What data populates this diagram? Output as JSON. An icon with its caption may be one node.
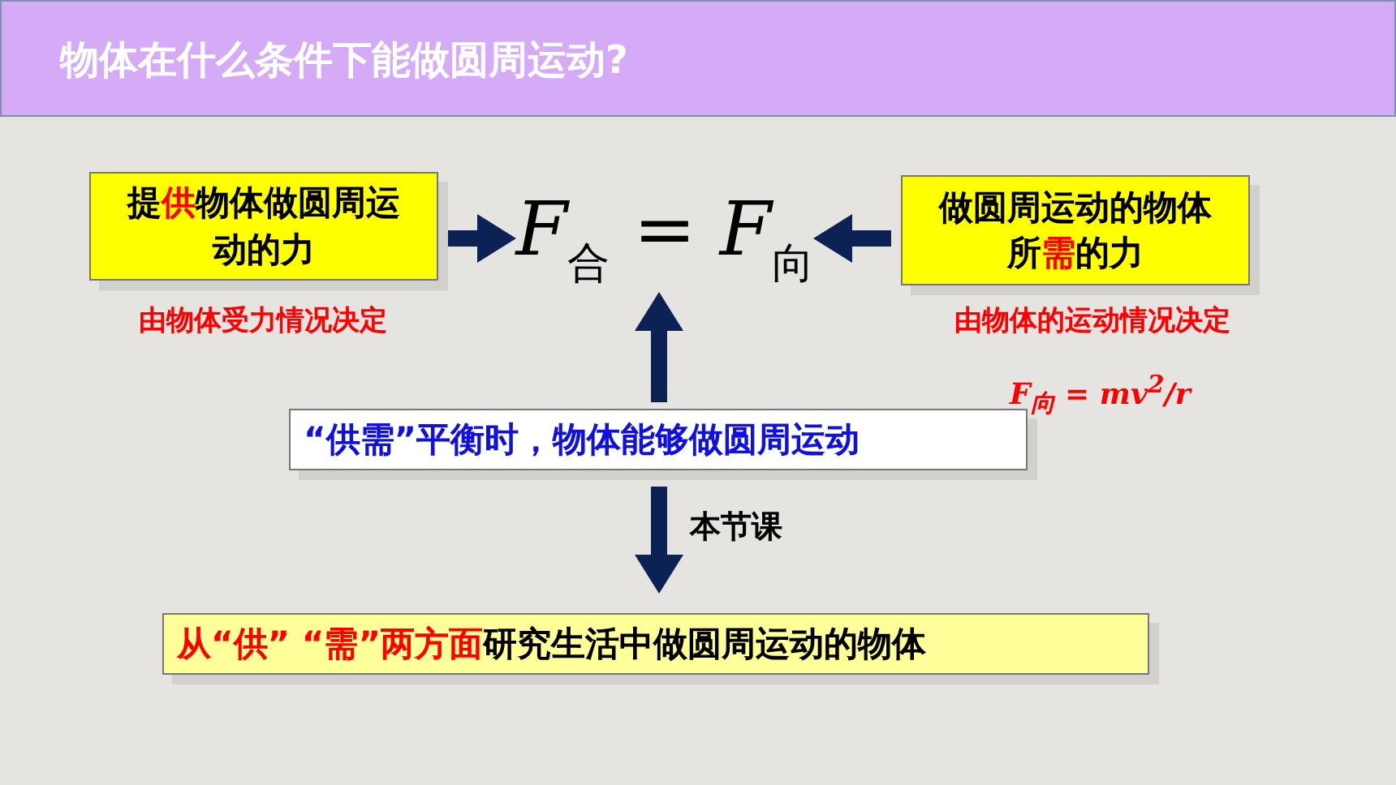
{
  "diagram": {
    "title": "物体在什么条件下能做圆周运动?",
    "nodes": [
      {
        "text": [
          "提**供**物体做圆周运动的力"
        ],
        "beside": [
          "由物体受力情况决定"
        ]
      },
      {
        "text": [
          "F$_{合}$ = F$_{向}$"
        ]
      },
      {
        "text": [
          "做圆周运动的物体所**需**的力"
        ],
        "beside": [
          "由物体的运动情况决定"
        ]
      },
      {
        "text": [
          "“供需”平衡时，物体能够做圆周运动"
        ]
      },
      {
        "text": [
          "**从“供” “需”两方面**研究生活中做圆周运动的物体"
        ]
      }
    ],
    "edges": [
      {
        "from": 0,
        "to": 1,
        "arrow": "to"
      },
      {
        "from": 2,
        "to": 1,
        "arrow": "to"
      },
      {
        "from": 3,
        "to": 1,
        "arrow": "to"
      },
      {
        "from": 3,
        "to": 4,
        "arrow": "to",
        "label": "本节课"
      }
    ],
    "labels": [
      "F$_{向}$ = mv$^{2}$/r"
    ]
  }
}
